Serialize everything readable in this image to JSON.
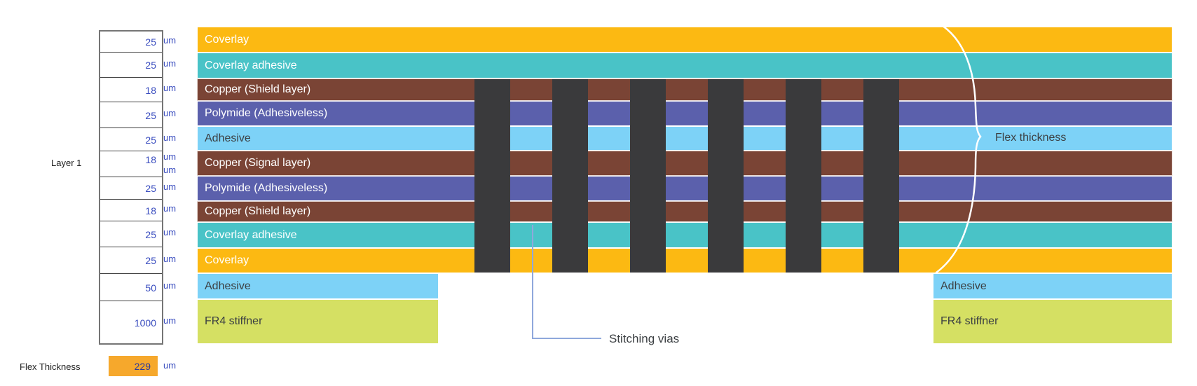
{
  "colors": {
    "coverlay": "#FCB912",
    "coverlay_adhesive": "#49C3C7",
    "copper": "#7A4435",
    "polymide": "#5B60AC",
    "adhesive": "#7DD2F7",
    "fr4": "#D5E063",
    "via": "#3A3A3C",
    "value_text": "#3A4DBF",
    "callout_line": "#8FA8DC",
    "brace": "#FFFFFF",
    "footer_box": "#F6A82C"
  },
  "table": {
    "pointer_label": "Layer 1",
    "rows": [
      {
        "value": "25",
        "units": [
          "um"
        ]
      },
      {
        "value": "25",
        "units": [
          "um"
        ]
      },
      {
        "value": "18",
        "units": [
          "um"
        ]
      },
      {
        "value": "25",
        "units": [
          "um"
        ]
      },
      {
        "value": "25",
        "units": [
          "um"
        ]
      },
      {
        "value": "18",
        "units": [
          "um",
          "um"
        ]
      },
      {
        "value": "25",
        "units": [
          "um"
        ]
      },
      {
        "value": "18",
        "units": [
          "um"
        ]
      },
      {
        "value": "25",
        "units": [
          "um"
        ]
      },
      {
        "value": "25",
        "units": [
          "um"
        ]
      },
      {
        "value": "50",
        "units": [
          "um"
        ]
      },
      {
        "value": "1000",
        "units": [
          "um"
        ]
      }
    ]
  },
  "stack": {
    "layers": [
      {
        "name": "Coverlay",
        "color_key": "coverlay",
        "text": "light"
      },
      {
        "name": "Coverlay adhesive",
        "color_key": "coverlay_adhesive",
        "text": "light"
      },
      {
        "name": "Copper (Shield layer)",
        "color_key": "copper",
        "text": "light"
      },
      {
        "name": "Polymide (Adhesiveless)",
        "color_key": "polymide",
        "text": "light"
      },
      {
        "name": "Adhesive",
        "color_key": "adhesive",
        "text": "dark"
      },
      {
        "name": "Copper (Signal layer)",
        "color_key": "copper",
        "text": "light"
      },
      {
        "name": "Polymide (Adhesiveless)",
        "color_key": "polymide",
        "text": "light"
      },
      {
        "name": "Copper (Shield layer)",
        "color_key": "copper",
        "text": "light"
      },
      {
        "name": "Coverlay adhesive",
        "color_key": "coverlay_adhesive",
        "text": "light"
      },
      {
        "name": "Coverlay",
        "color_key": "coverlay",
        "text": "light"
      }
    ],
    "stiffener_layers": [
      {
        "name": "Adhesive",
        "color_key": "adhesive",
        "text": "dark"
      },
      {
        "name": "FR4 stiffner",
        "color_key": "fr4",
        "text": "dark"
      }
    ],
    "via_count": 6
  },
  "annotations": {
    "flex_brace_label": "Flex thickness",
    "stitching_vias_label": "Stitching vias"
  },
  "footer": {
    "label": "Flex Thickness",
    "value": "229",
    "unit": "um"
  }
}
